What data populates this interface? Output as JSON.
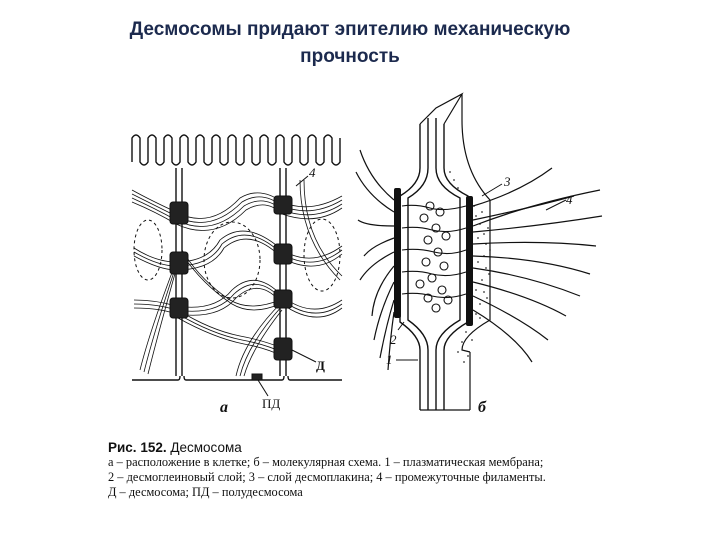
{
  "slide": {
    "title_line1": "Десмосомы придают эпителию механическую",
    "title_line2": "прочность"
  },
  "figure": {
    "panel_a_letter": "а",
    "panel_b_letter": "б",
    "label_D": "Д",
    "label_PD": "ПД",
    "label_1": "1",
    "label_2": "2",
    "label_3": "3",
    "label_4_left": "4",
    "label_4_right": "4"
  },
  "caption": {
    "fig_number": "Рис. 152.",
    "fig_title": "Десмосома",
    "line1": "а – расположение в клетке; б – молекулярная схема. 1 – плазматическая мембрана;",
    "line2": "2 – десмоглеиновый слой; 3 – слой десмоплакина; 4 – промежуточные филаменты.",
    "line3": "Д – десмосома; ПД – полудесмосома"
  }
}
